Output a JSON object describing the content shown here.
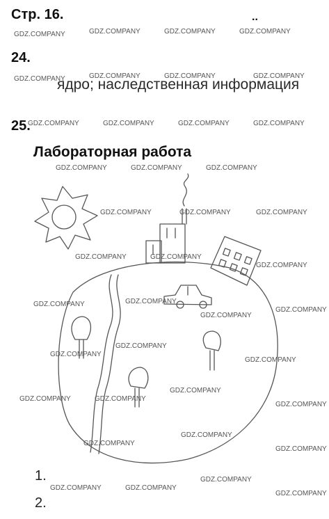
{
  "header": {
    "page_label": "Стр. 16."
  },
  "task24": {
    "number": "24.",
    "answer": "ядро; наследственная информация"
  },
  "task25": {
    "number": "25.",
    "lab_title": "Лабораторная работа"
  },
  "list": {
    "item1": "1.",
    "item2": "2."
  },
  "top_marks": "..",
  "watermark": "GDZ.COMPANY"
}
